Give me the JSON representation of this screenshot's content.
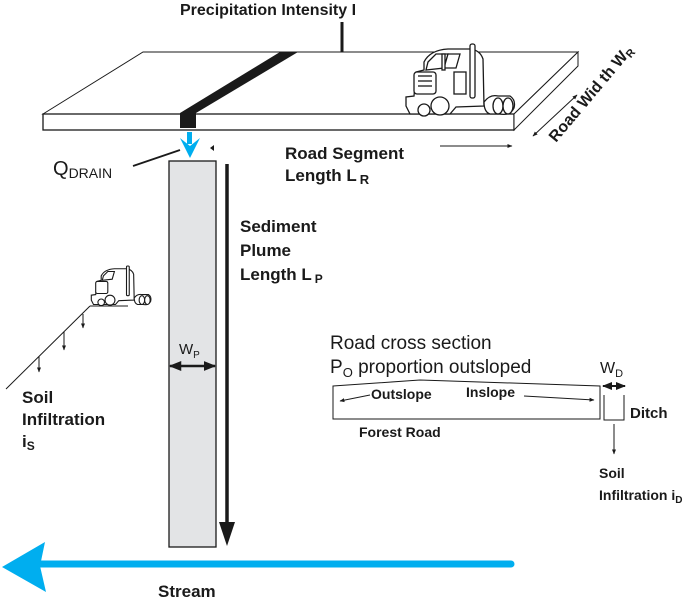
{
  "title": "Precipitation Intensity I",
  "colors": {
    "stream": "#00aeef",
    "drain_arrow": "#00aeef",
    "plume_fill": "#e3e4e6",
    "line": "#1a1a1a"
  },
  "road": {
    "segment_label_line1": "Road Segment",
    "segment_label_line2_main": "Length L",
    "segment_label_line2_sub": "R",
    "width_label_main": "Road Wid th W",
    "width_label_sub": "R"
  },
  "drain": {
    "label_main": "Q",
    "label_sub": "DRAIN"
  },
  "plume": {
    "label_line1": "Sediment",
    "label_line2": "Plume",
    "label_line3_main": "Length L",
    "label_line3_sub": "P",
    "width_label_main": "W",
    "width_label_sub": "P"
  },
  "hillslope": {
    "label_line1": "Soil",
    "label_line2": "Infiltration",
    "label_line3_main": "i",
    "label_line3_sub": "S"
  },
  "cross_section": {
    "title_line1": "Road cross section",
    "title_line2_main": "P",
    "title_line2_sub": "O",
    "title_line2_rest": " proportion outsloped",
    "outslope": "Outslope",
    "inslope": "Inslope",
    "forest_road": "Forest Road",
    "ditch": "Ditch",
    "ditch_width_main": "W",
    "ditch_width_sub": "D",
    "infiltration_line1": "Soil",
    "infiltration_line2_main": "Infiltration i",
    "infiltration_line2_sub": "D"
  },
  "stream": {
    "label": "Stream"
  },
  "icons": {
    "truck_main": "semi-truck-icon",
    "truck_small": "semi-truck-icon"
  }
}
